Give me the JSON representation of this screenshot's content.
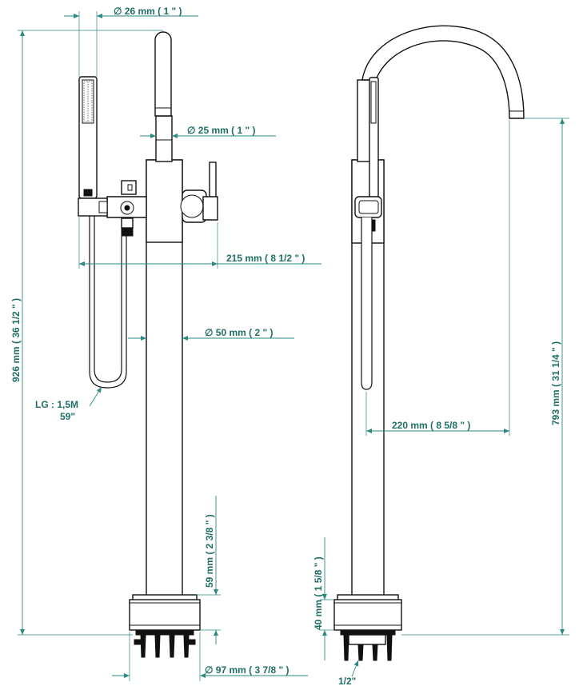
{
  "dimensions": {
    "handshower_diameter": "∅  26 mm ( 1 \" )",
    "spout_diameter": "∅  25 mm ( 1 \" )",
    "handle_reach": "215 mm ( 8 1/2 \" )",
    "column_diameter": "∅  50 mm ( 2 \" )",
    "total_height": "926 mm ( 36 1/2 \" )",
    "hose_length_line1": "LG : 1,5M",
    "hose_length_line2": "59\"",
    "base_height_left": "59 mm ( 2 3/8 \" )",
    "base_diameter": "∅  97 mm ( 3 7/8 \" )",
    "spout_reach": "220 mm ( 8 5/8 \" )",
    "spout_height": "793 mm ( 31 1/4 \" )",
    "base_height_right": "40 mm ( 1 5/8 \" )",
    "thread_size": "1/2\""
  },
  "colors": {
    "dimension": "#1f6f66",
    "outline": "#111111",
    "background": "#ffffff"
  },
  "views": [
    "front-view",
    "side-view"
  ]
}
